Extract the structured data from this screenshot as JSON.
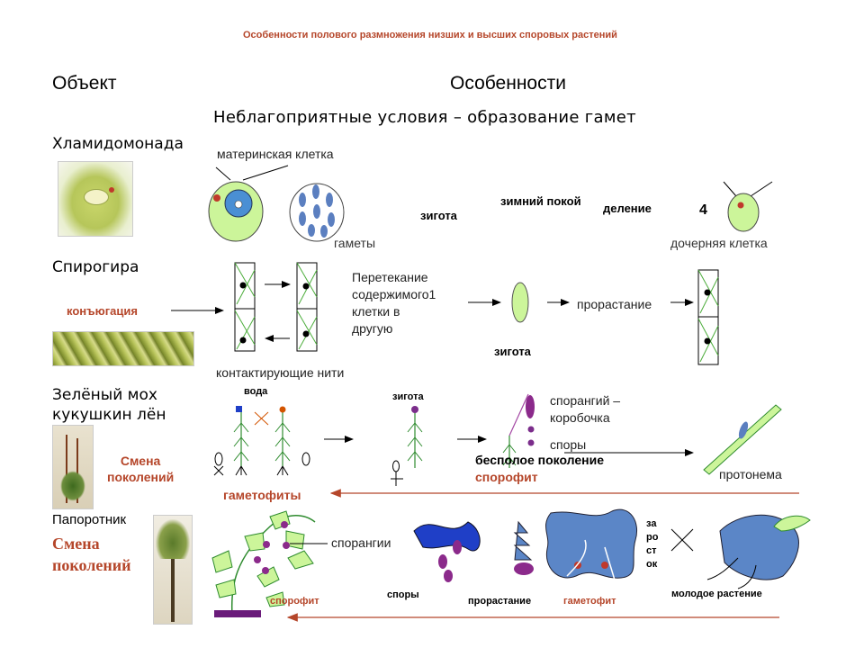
{
  "title": "Особенности полового размножения низших и высших споровых растений",
  "headers": {
    "object": "Объект",
    "features": "Особенности"
  },
  "subtitle": "Неблагоприятные условия – образование гамет",
  "chlamydomonas": {
    "name": "Хламидомонада",
    "mother_cell": "материнская клетка",
    "gametes": "гаметы",
    "zygote": "зигота",
    "winter_rest": "зимний покой",
    "division": "деление",
    "count": "4",
    "daughter_cell": "дочерняя клетка"
  },
  "spirogyra": {
    "name": "Спирогира",
    "conjugation": "конъюгация",
    "flow_lines": [
      "Перетекание",
      "содержимого1",
      "клетки в",
      "другую"
    ],
    "germination": "прорастание",
    "zygote": "зигота",
    "contacting": "контактирующие нити"
  },
  "moss": {
    "name_lines": [
      "Зелёный мох",
      "кукушкин лён"
    ],
    "water": "вода",
    "zygote": "зигота",
    "sporangium_lines": [
      "спорангий –",
      "коробочка"
    ],
    "spores": "споры",
    "asexual": "бесполое поколение",
    "sporophyte": "спорофит",
    "protonema": "протонема",
    "alternation_lines": [
      "Смена",
      "поколений"
    ],
    "gametophytes": "гаметофиты"
  },
  "fern": {
    "name": "Папоротник",
    "alternation_lines": [
      "Смена",
      "поколений"
    ],
    "sporangia": "спорангии",
    "sporophyte": "спорофит",
    "spores": "споры",
    "germination": "прорастание",
    "gametophyte": "гаметофит",
    "prothallus_letters": [
      "за",
      "ро",
      "ст",
      "ок"
    ],
    "young_plant": "молодое растение"
  },
  "colors": {
    "accent": "#b5462a",
    "cell_green": "#ccf59a",
    "gamete_blue": "#5b7fc0",
    "fern_blue": "#5b86c7",
    "sporophyte_purple": "#8b2a8b"
  }
}
